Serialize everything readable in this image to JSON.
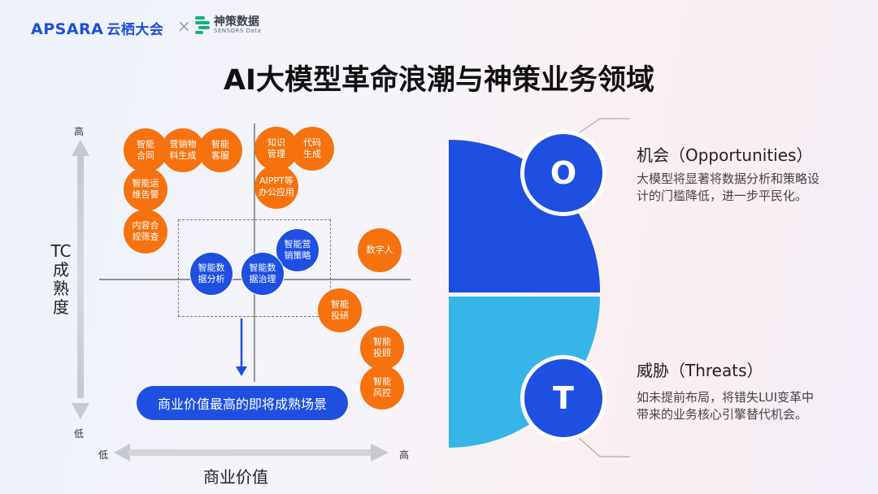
{
  "header": {
    "logo_apsara": "APSARA",
    "logo_apsara_sub": "云栖大会",
    "separator": "×",
    "logo_sensors_cn": "神策数据",
    "logo_sensors_en": "SENSORS Data"
  },
  "title": "AI大模型革命浪潮与神策业务领域",
  "matrix": {
    "y_axis_title": "TC成熟度",
    "y_high": "高",
    "y_low": "低",
    "x_axis_title": "商业价值",
    "x_low": "低",
    "x_high": "高",
    "callout": "商业价值最高的即将成熟场景",
    "bubbles": [
      {
        "label": "智能\n合同",
        "color": "orange"
      },
      {
        "label": "营销物\n料生成",
        "color": "orange"
      },
      {
        "label": "智能\n客服",
        "color": "orange"
      },
      {
        "label": "知识\n管理",
        "color": "orange"
      },
      {
        "label": "代码\n生成",
        "color": "orange"
      },
      {
        "label": "AIPPT等\n办公应用",
        "color": "orange"
      },
      {
        "label": "智能运\n维告警",
        "color": "orange"
      },
      {
        "label": "内容合\n规筛查",
        "color": "orange"
      },
      {
        "label": "数字人",
        "color": "orange"
      },
      {
        "label": "智能营\n销策略",
        "color": "blue"
      },
      {
        "label": "智能数\n据分析",
        "color": "blue"
      },
      {
        "label": "智能数\n据治理",
        "color": "blue"
      },
      {
        "label": "智能\n投研",
        "color": "orange"
      },
      {
        "label": "智能\n投顾",
        "color": "orange"
      },
      {
        "label": "智能\n风控",
        "color": "orange"
      }
    ]
  },
  "swot": {
    "opportunity": {
      "letter": "O",
      "heading": "机会（Opportunities）",
      "text": "大模型将显著将数据分析和策略设计的门槛降低，进一步平民化。"
    },
    "threat": {
      "letter": "T",
      "heading": "威胁（Threats）",
      "text": "如未提前布局，将错失LUI变革中带来的业务核心引擎替代机会。"
    }
  },
  "colors": {
    "brand_blue": "#1e4fe0",
    "orange": "#f5720f",
    "light_blue": "#36b5e8",
    "sensors_green": "#16b07a"
  }
}
